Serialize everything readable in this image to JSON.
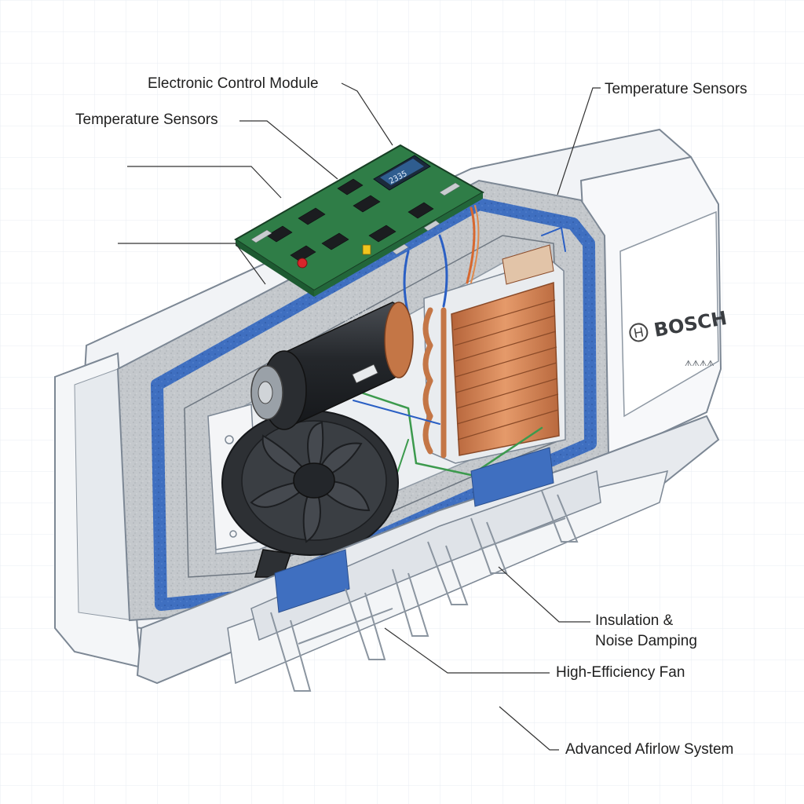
{
  "labels": {
    "electronic_control_module": "Electronic Control Module",
    "temperature_sensors_left": "Temperature Sensors",
    "temperature_sensors_right": "Temperature Sensors",
    "insulation_line1": "Insulation &",
    "insulation_line2": "Noise Damping",
    "high_efficiency_fan": "High-Efficiency Fan",
    "advanced_airflow_system": "Advanced Afirlow System"
  },
  "unit": {
    "brand": "BOSCH",
    "model_mark": "ᗑᗑᗑᗑ",
    "pcb_display": "2335"
  },
  "colors": {
    "housing": "#eef1f4",
    "housing_edge": "#7c8794",
    "insulation_gray": "#b9bec3",
    "insulation_blue": "#3f6fc0",
    "pcb_green": "#2f7d47",
    "copper": "#d7895a",
    "motor_black": "#2a2d31",
    "wire_blue": "#2a5fc4",
    "wire_green": "#3c9a4d",
    "leader": "#333333",
    "grid": "#e8edf2"
  }
}
